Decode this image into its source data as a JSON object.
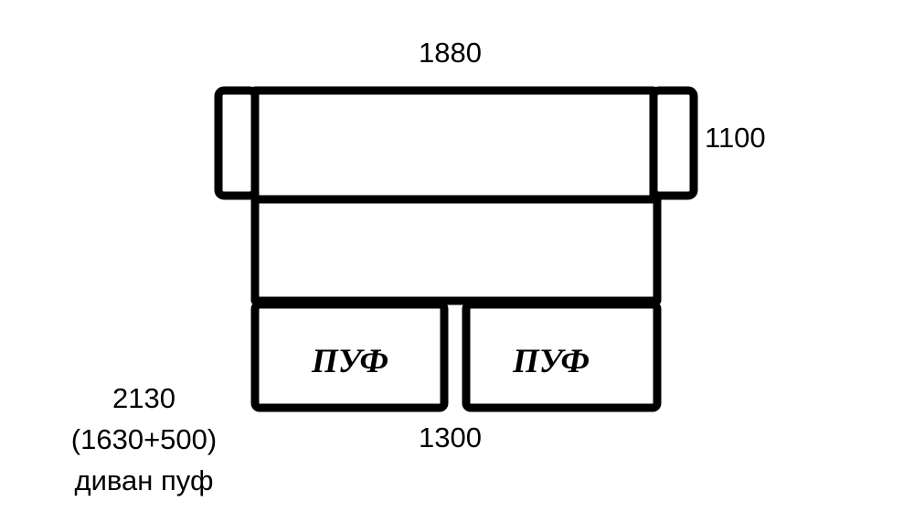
{
  "dimensions": {
    "top_width": "1880",
    "right_depth": "1100",
    "bottom_width": "1300"
  },
  "note": {
    "total": "2130",
    "formula": "(1630+500)",
    "caption": "диван пуф"
  },
  "poufs": [
    {
      "label": "ПУФ"
    },
    {
      "label": "ПУФ"
    }
  ]
}
